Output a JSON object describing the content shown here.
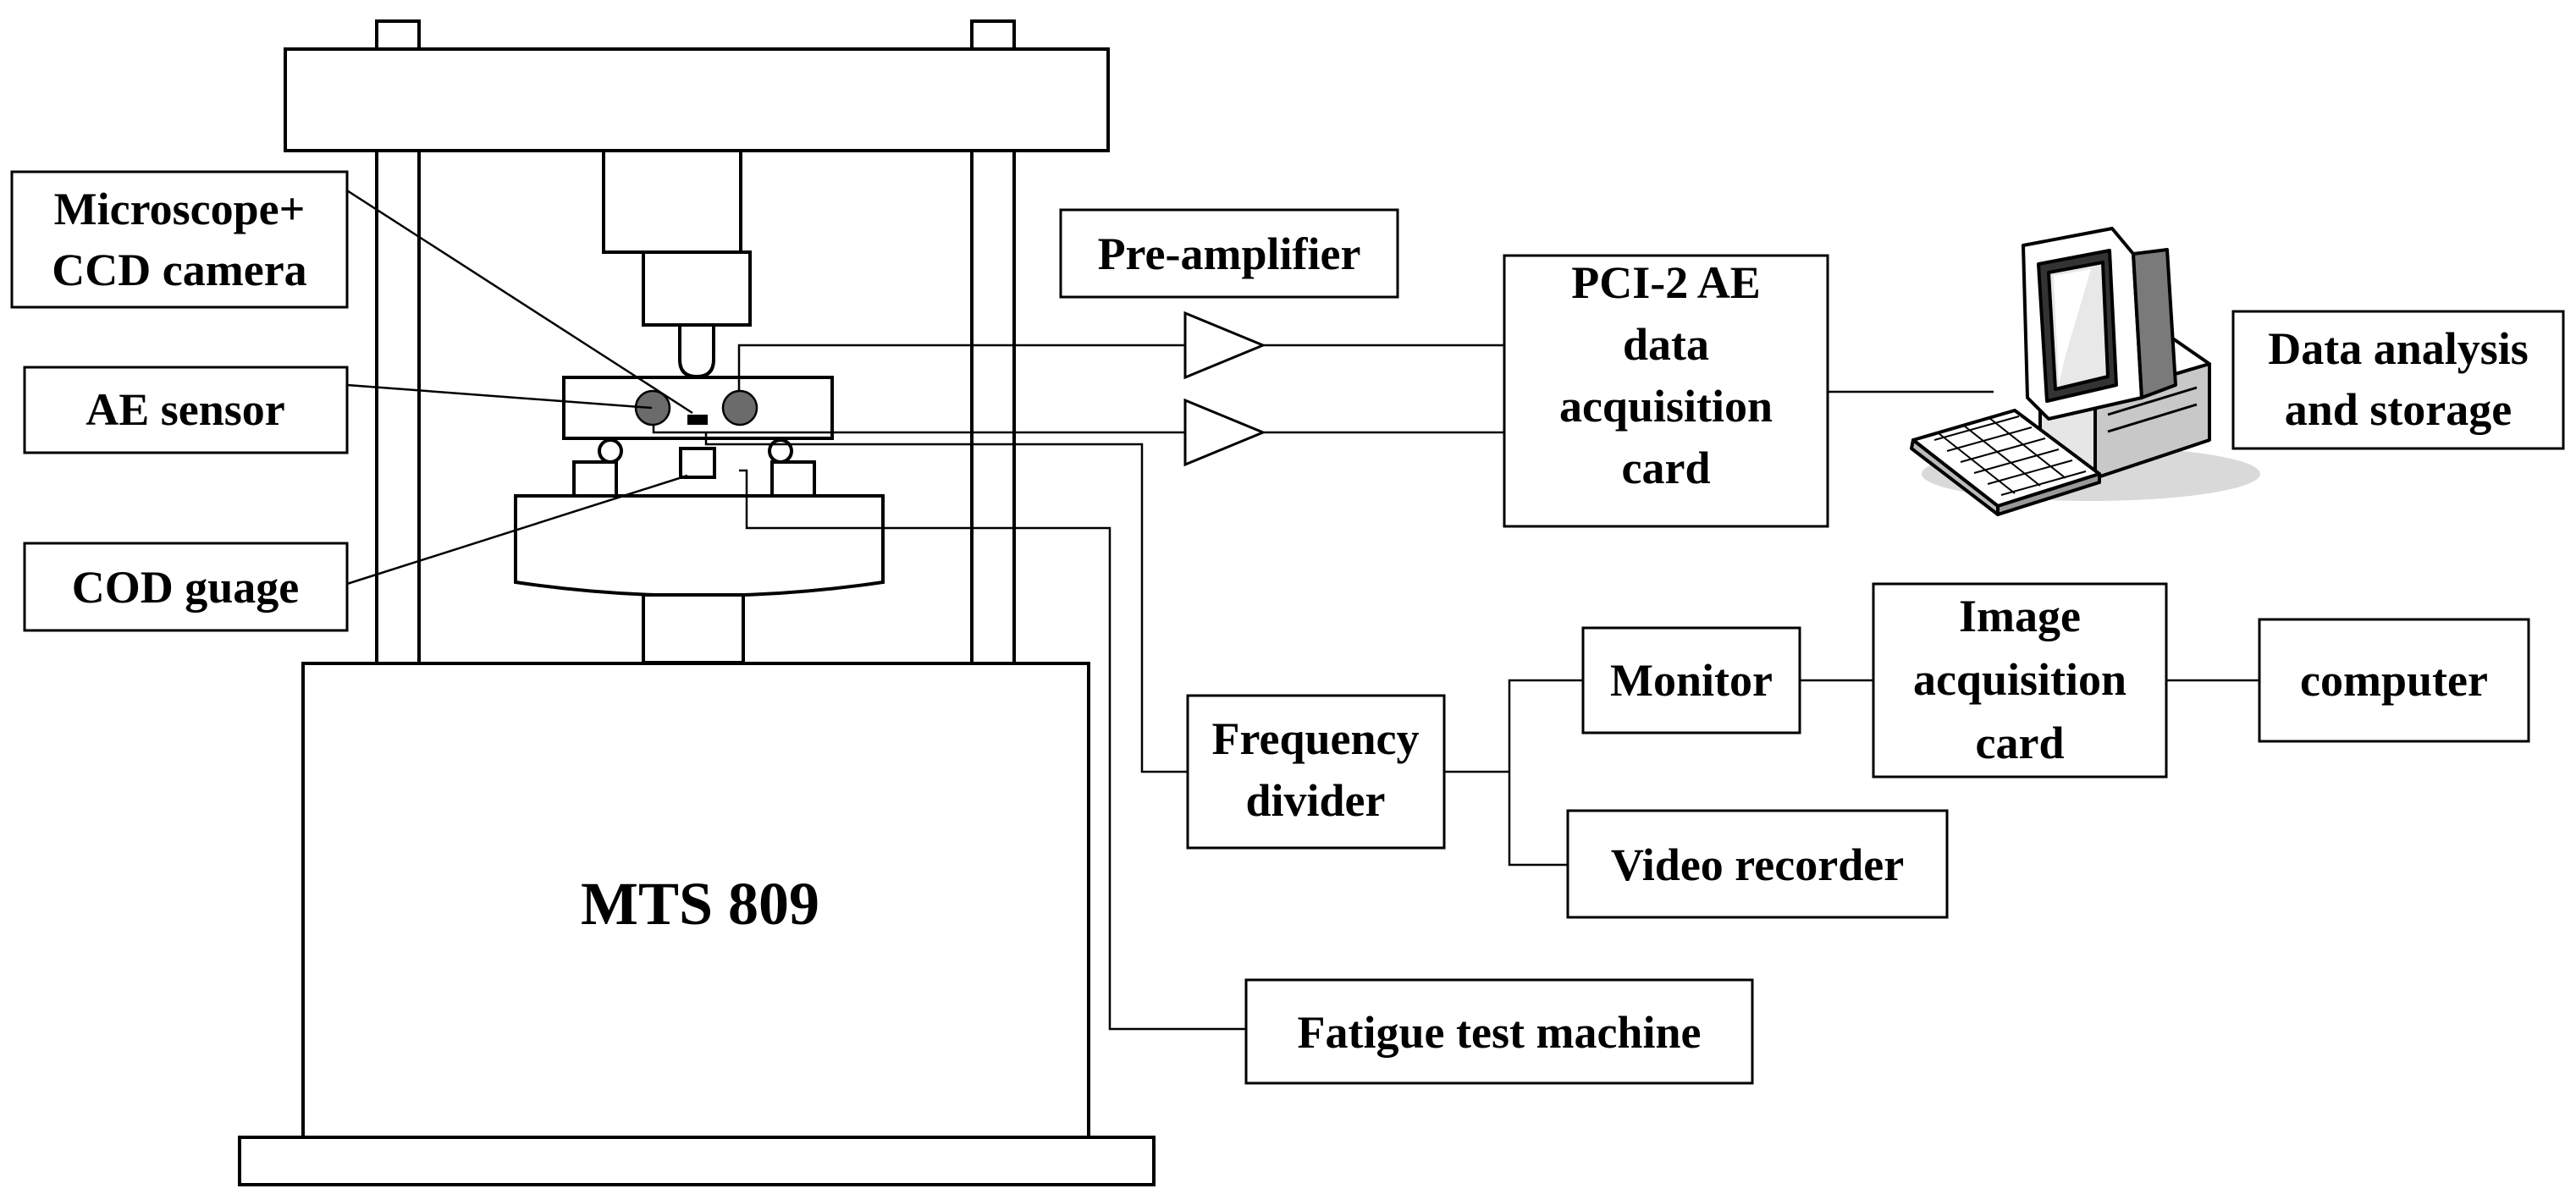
{
  "labels": {
    "microscope": [
      "Microscope+",
      "CCD camera"
    ],
    "ae_sensor": "AE sensor",
    "cod_gauge": "COD guage",
    "machine": "MTS 809",
    "pre_amplifier": "Pre-amplifier",
    "pci_card": [
      "PCI-2 AE",
      "data",
      "acquisition",
      "card"
    ],
    "data_analysis": [
      "Data analysis",
      "and storage"
    ],
    "frequency_divider": [
      "Frequency",
      "divider"
    ],
    "monitor": "Monitor",
    "image_card": [
      "Image",
      "acquisition",
      "card"
    ],
    "computer": "computer",
    "video_recorder": "Video recorder",
    "fatigue_machine": "Fatigue test machine"
  },
  "icons": {
    "pc": "desktop-computer-icon",
    "amplifier": "amplifier-triangle-icon"
  },
  "colors": {
    "line": "#000000",
    "sensor_fill": "#6b6b6b",
    "background": "#ffffff"
  }
}
